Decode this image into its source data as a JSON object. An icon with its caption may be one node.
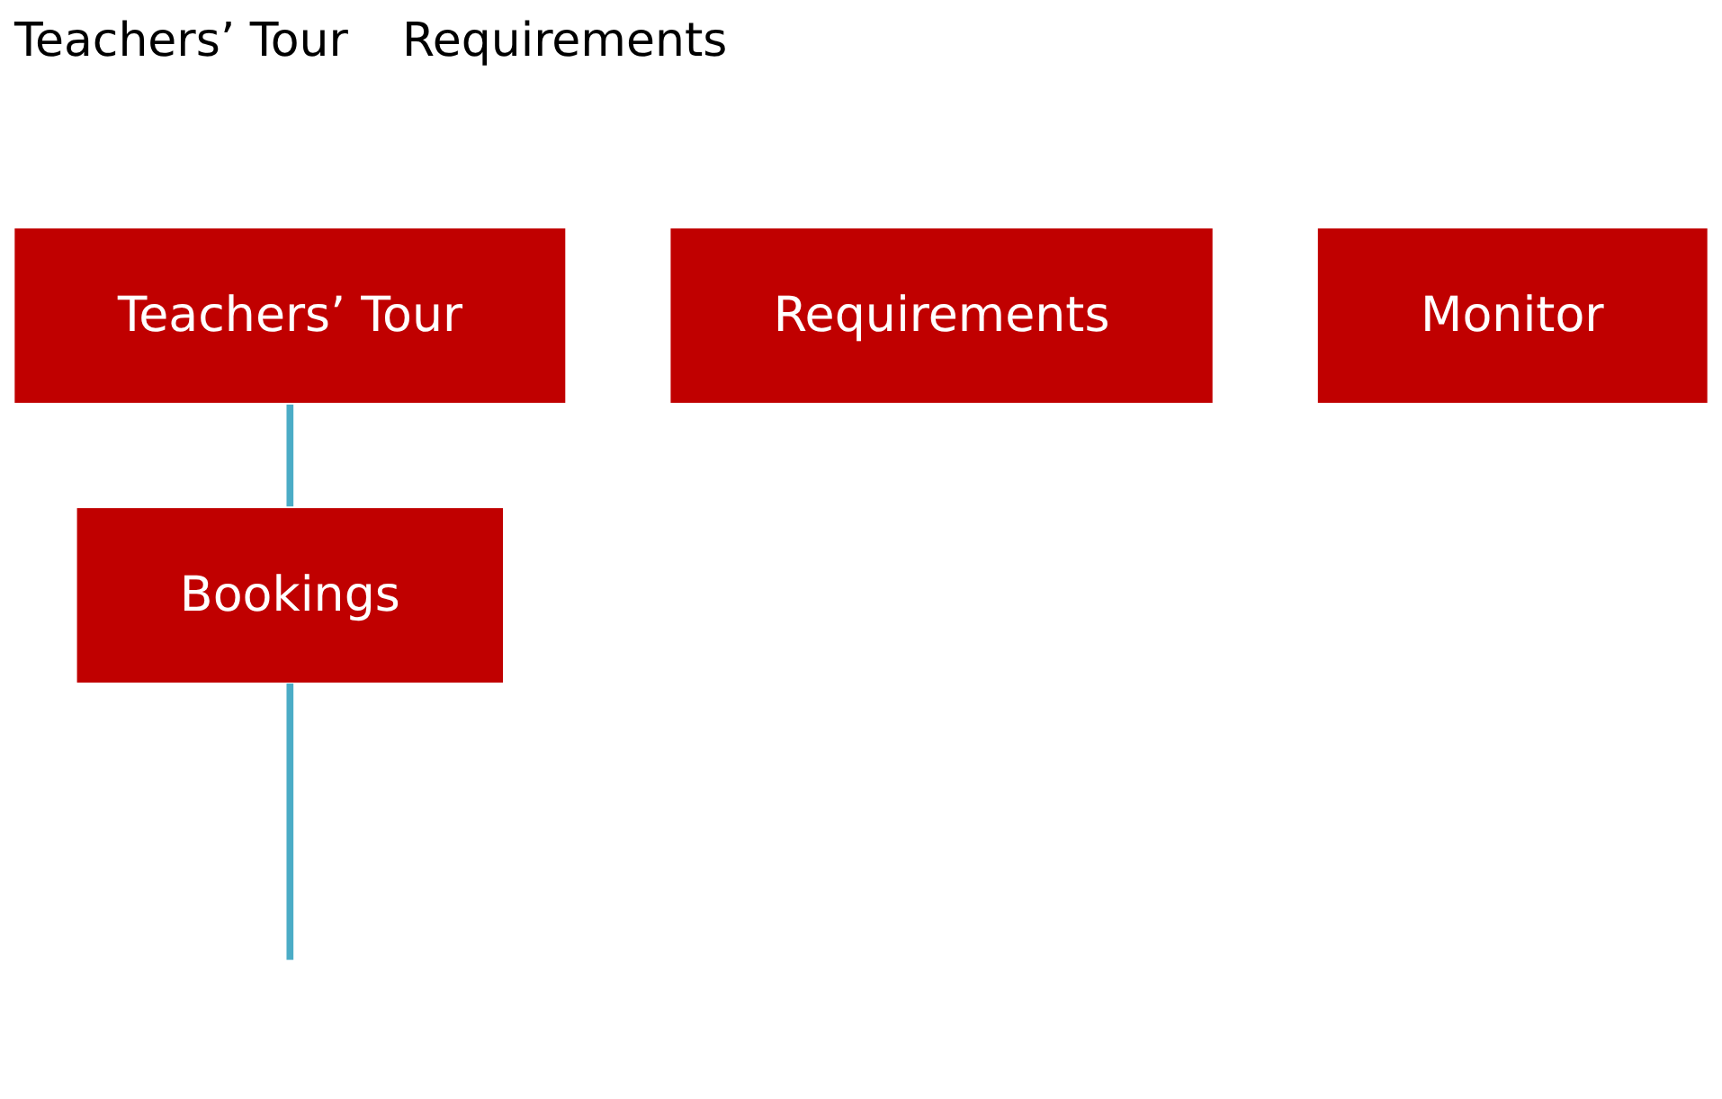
{
  "diagram": {
    "nodes": [
      {
        "text": [
          "Teachers’ Tour"
        ]
      },
      {
        "text": [
          "Requirements"
        ]
      },
      {
        "text": [
          "Bookings"
        ]
      },
      {
        "text": [
          "Monitor"
        ]
      }
    ],
    "edges": [
      {
        "from": 0,
        "to": 2,
        "arrow": "none"
      },
      {
        "from": 2,
        "to": null,
        "arrow": "none"
      }
    ],
    "labels": [
      "Teachers’ Tour",
      "Requirements"
    ]
  }
}
